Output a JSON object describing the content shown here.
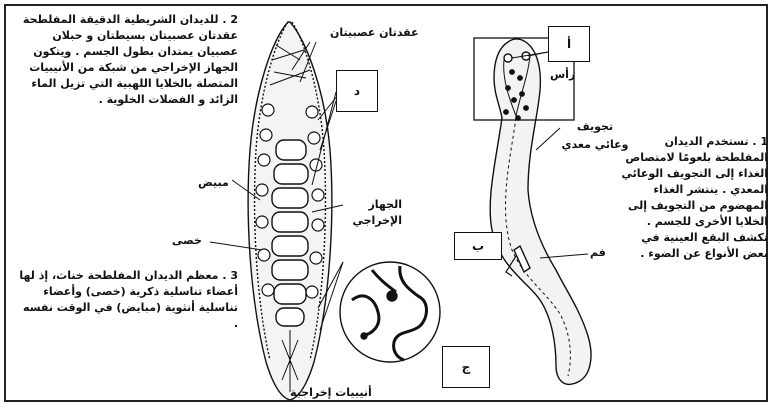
{
  "paragraphs": {
    "p2": "2 . للديدان الشريطية الدقيقة المفلطحة عقدتان عصبيتان بسيطتان و حبلان عصبيان يمتدان بطول الجسم . ويتكون الجهاز الإخراجي من شبكة من الأنيبيات المتصلة بالخلايا اللهبية التي تزيل الماء الزائد و الفضلات الخلوية .",
    "p3": "3 . معظم الديدان المفلطحة خناث، إذ لها أعضاء تناسلية ذكرية (خصى) وأعضاء تناسلية أنثوية (مبايض) في الوقت نفسه .",
    "p1": "1 . تستخدم الديدان المفلطحة بلعومًا لامتصاص الغذاء إلى التجويف الوعائي المعدي . ينتشر الغذاء المهضوم من التجويف إلى الخلايا الأخرى للجسم . تكشف البقع العينية في بعض الأنواع عن الضوء ."
  },
  "labels": {
    "ganglia": "عقدتان عصبيتان",
    "ovary": "مبيض",
    "testis": "خصى",
    "excretory_system": "الجهاز الإخراجي",
    "excretory_tubules": "أنيبيات إخراجية",
    "head": "رأس",
    "gastrovascular": "تجويف وعائي معدي",
    "mouth": "فم"
  },
  "boxes": {
    "a": "أ",
    "b": "ب",
    "j": "ج",
    "d": "د"
  }
}
